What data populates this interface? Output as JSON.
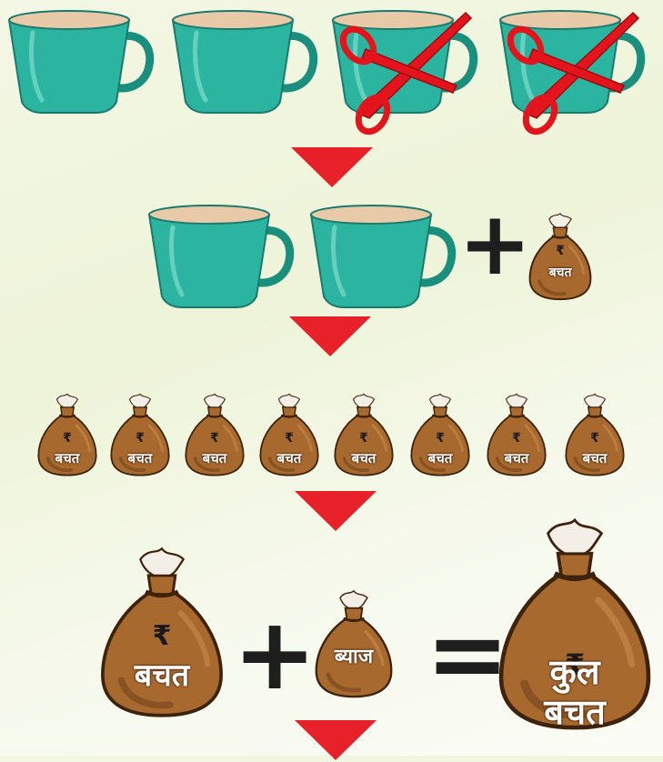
{
  "colors": {
    "cup": "#2bb5a0",
    "cup_dark": "#1b8f7e",
    "cup_inner": "#e8c9a8",
    "bag": "#a8692f",
    "bag_dark": "#6f3f17",
    "arrow": "#e8202a",
    "scissors": "#e3141b"
  },
  "labels": {
    "savings": "बचत",
    "interest": "ब्याज",
    "total_line1": "कुल",
    "total_line2": "बचत"
  },
  "symbols": {
    "rupee": "₹",
    "plus": "+",
    "equals": "="
  },
  "icons": [
    "cup-icon",
    "scissors-icon",
    "money-bag-icon",
    "down-arrow-icon"
  ]
}
